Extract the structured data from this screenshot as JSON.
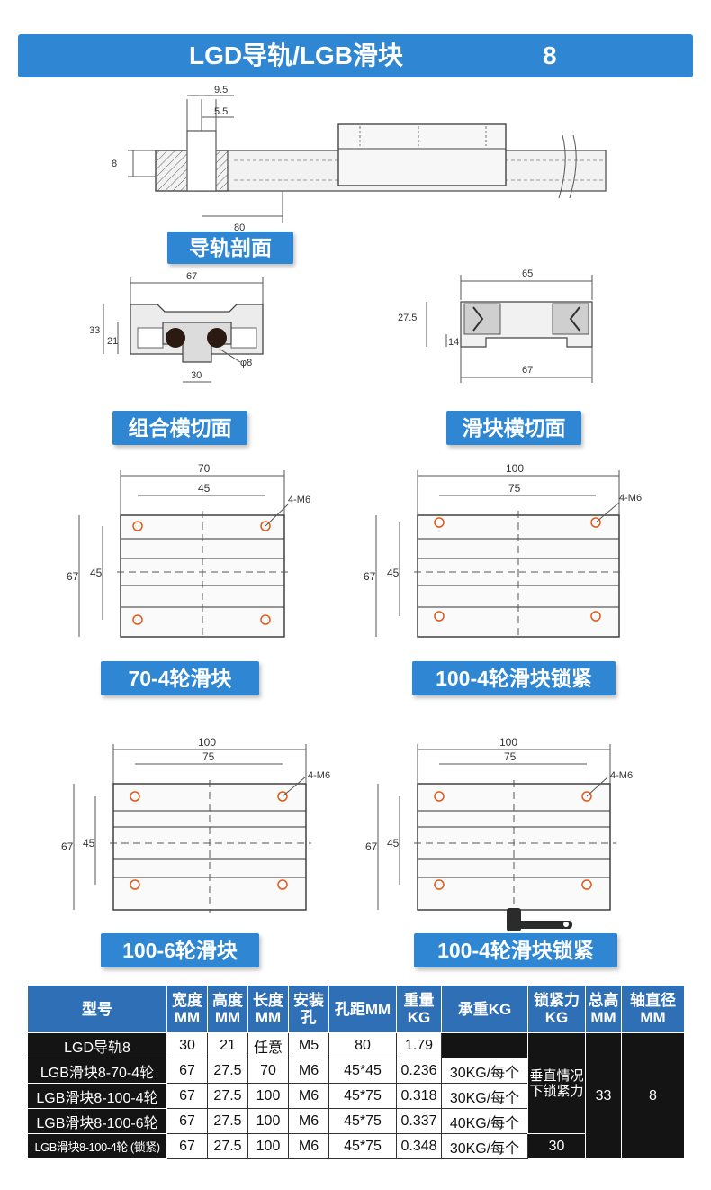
{
  "header": {
    "title_left": "LGD导轨/LGB滑块",
    "title_right": "8"
  },
  "rail_section": {
    "label": "导轨剖面",
    "dims": {
      "top1": "9.5",
      "top2": "5.5",
      "height": "8",
      "width": "80"
    }
  },
  "combined_section": {
    "label": "组合横切面",
    "dims": {
      "width": "67",
      "h_total": "33",
      "h_rail": "21",
      "bottom": "30",
      "hole": "φ8"
    }
  },
  "slider_section": {
    "label": "滑块横切面",
    "dims": {
      "width_top": "65",
      "height": "27.5",
      "gap": "14",
      "width_bottom": "67"
    }
  },
  "blocks": [
    {
      "label": "70-4轮滑块",
      "w": "70",
      "hole_w": "45",
      "h": "67",
      "hole_h": "45",
      "note": "4-M6"
    },
    {
      "label": "100-4轮滑块锁紧",
      "w": "100",
      "hole_w": "75",
      "h": "67",
      "hole_h": "45",
      "note": "4-M6"
    },
    {
      "label": "100-6轮滑块",
      "w": "100",
      "hole_w": "75",
      "h": "67",
      "hole_h": "45",
      "note": "4-M6"
    },
    {
      "label": "100-4轮滑块锁紧",
      "w": "100",
      "hole_w": "75",
      "h": "67",
      "hole_h": "45",
      "note": "4-M6"
    }
  ],
  "table": {
    "headers": [
      "型号",
      "宽度MM",
      "高度MM",
      "长度MM",
      "安装孔",
      "孔距MM",
      "重量KG",
      "承重KG",
      "锁紧力KG",
      "总高MM",
      "轴直径MM"
    ],
    "rows": [
      [
        "LGD导轨8",
        "30",
        "21",
        "任意",
        "M5",
        "80",
        "1.79",
        ""
      ],
      [
        "LGB滑块8-70-4轮",
        "67",
        "27.5",
        "70",
        "M6",
        "45*45",
        "0.236",
        "30KG/每个"
      ],
      [
        "LGB滑块8-100-4轮",
        "67",
        "27.5",
        "100",
        "M6",
        "45*75",
        "0.318",
        "30KG/每个"
      ],
      [
        "LGB滑块8-100-6轮",
        "67",
        "27.5",
        "100",
        "M6",
        "45*75",
        "0.337",
        "40KG/每个"
      ],
      [
        "LGB滑块8-100-4轮 (锁紧)",
        "67",
        "27.5",
        "100",
        "M6",
        "45*75",
        "0.348",
        "30KG/每个"
      ]
    ],
    "lock_force_note": "垂直情况下锁紧力",
    "lock_force_value": "30",
    "total_height": "33",
    "shaft_diameter": "8"
  },
  "colors": {
    "accent": "#2f86d2",
    "table_header": "#2f6fb6",
    "hole": "#e05a1c"
  }
}
